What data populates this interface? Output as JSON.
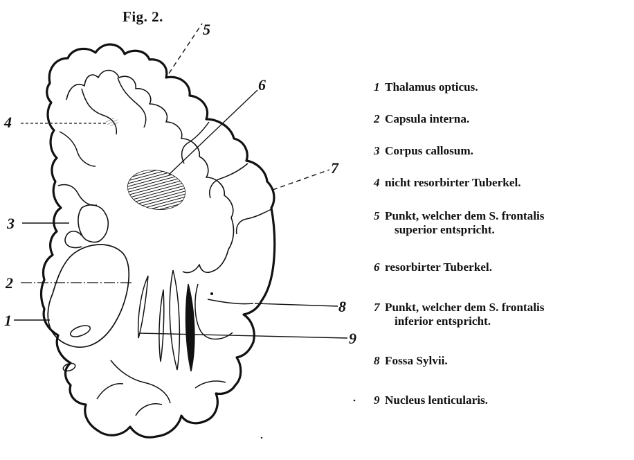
{
  "figure": {
    "title": "Fig. 2."
  },
  "diagram_labels": {
    "label_1": "1",
    "label_2": "2",
    "label_3": "3",
    "label_4": "4",
    "label_5": "5",
    "label_6": "6",
    "label_7": "7",
    "label_8": "8",
    "label_9": "9"
  },
  "legend": {
    "items": [
      {
        "number": "1",
        "text": "Thalamus opticus."
      },
      {
        "number": "2",
        "text": "Capsula interna."
      },
      {
        "number": "3",
        "text": "Corpus callosum."
      },
      {
        "number": "4",
        "text": "nicht resorbirter Tuberkel."
      },
      {
        "number": "5",
        "text": "Punkt, welcher dem S. frontalis",
        "text_cont": "superior entspricht."
      },
      {
        "number": "6",
        "text": "resorbirter Tuberkel."
      },
      {
        "number": "7",
        "text": "Punkt, welcher dem S. frontalis",
        "text_cont": "inferior entspricht."
      },
      {
        "number": "8",
        "text": "Fossa Sylvii."
      },
      {
        "number": "9",
        "text": "Nucleus lenticularis."
      }
    ]
  },
  "colors": {
    "ink": "#111111",
    "paper": "#ffffff"
  }
}
